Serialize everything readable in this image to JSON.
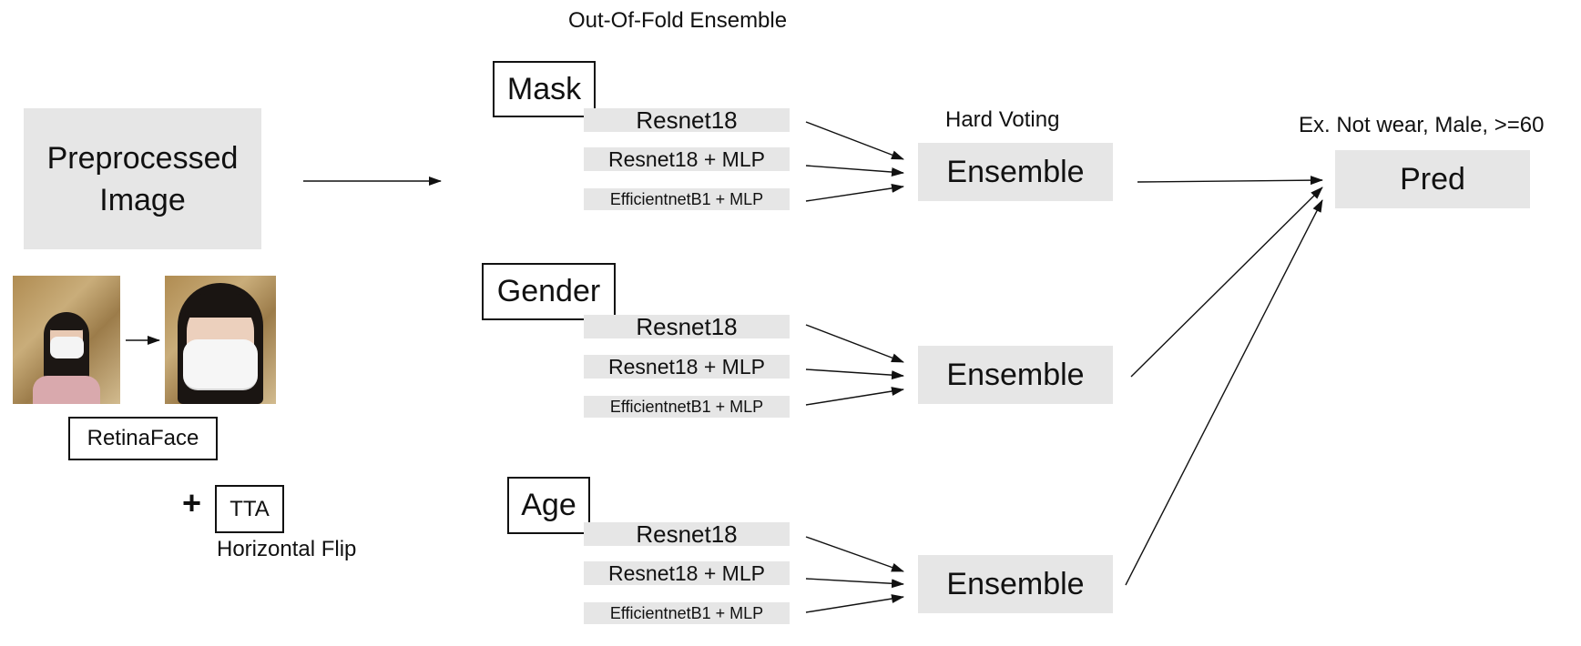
{
  "title": "Out-Of-Fold Ensemble",
  "input": {
    "label_line1": "Preprocessed",
    "label_line2": "Image"
  },
  "retinaface": "RetinaFace",
  "tta": {
    "plus": "+",
    "label": "TTA",
    "caption": "Horizontal Flip"
  },
  "hard_voting": "Hard Voting",
  "tasks": [
    {
      "name": "Mask",
      "models": [
        "Resnet18",
        "Resnet18 + MLP",
        "EfficientnetB1 + MLP"
      ],
      "ensemble": "Ensemble"
    },
    {
      "name": "Gender",
      "models": [
        "Resnet18",
        "Resnet18 + MLP",
        "EfficientnetB1 + MLP"
      ],
      "ensemble": "Ensemble"
    },
    {
      "name": "Age",
      "models": [
        "Resnet18",
        "Resnet18 + MLP",
        "EfficientnetB1 + MLP"
      ],
      "ensemble": "Ensemble"
    }
  ],
  "pred": {
    "label": "Pred",
    "example": "Ex. Not wear, Male, >=60"
  },
  "colors": {
    "box_fill": "#e6e6e6",
    "stroke": "#111111",
    "background": "#ffffff"
  }
}
